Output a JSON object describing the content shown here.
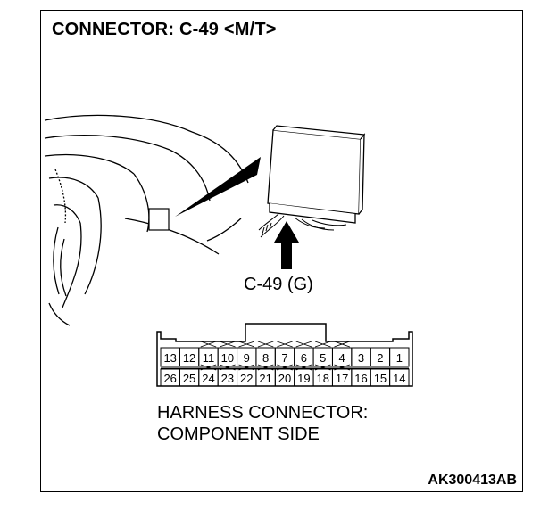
{
  "title": "CONNECTOR: C-49 <M/T>",
  "callout_label": "C-49 (G)",
  "caption": {
    "line1": "HARNESS CONNECTOR:",
    "line2": "COMPONENT SIDE"
  },
  "reference_code": "AK300413AB",
  "connector": {
    "top_row": [
      "13",
      "12",
      "11",
      "10",
      "9",
      "8",
      "7",
      "6",
      "5",
      "4",
      "3",
      "2",
      "1"
    ],
    "bottom_row": [
      "26",
      "25",
      "24",
      "23",
      "22",
      "21",
      "20",
      "19",
      "18",
      "17",
      "16",
      "15",
      "14"
    ],
    "hatched_top": [
      "11",
      "10",
      "9",
      "8",
      "7",
      "6",
      "5",
      "4"
    ],
    "hatched_bottom": [
      "24",
      "23",
      "22",
      "21",
      "20",
      "19",
      "18",
      "17"
    ]
  }
}
